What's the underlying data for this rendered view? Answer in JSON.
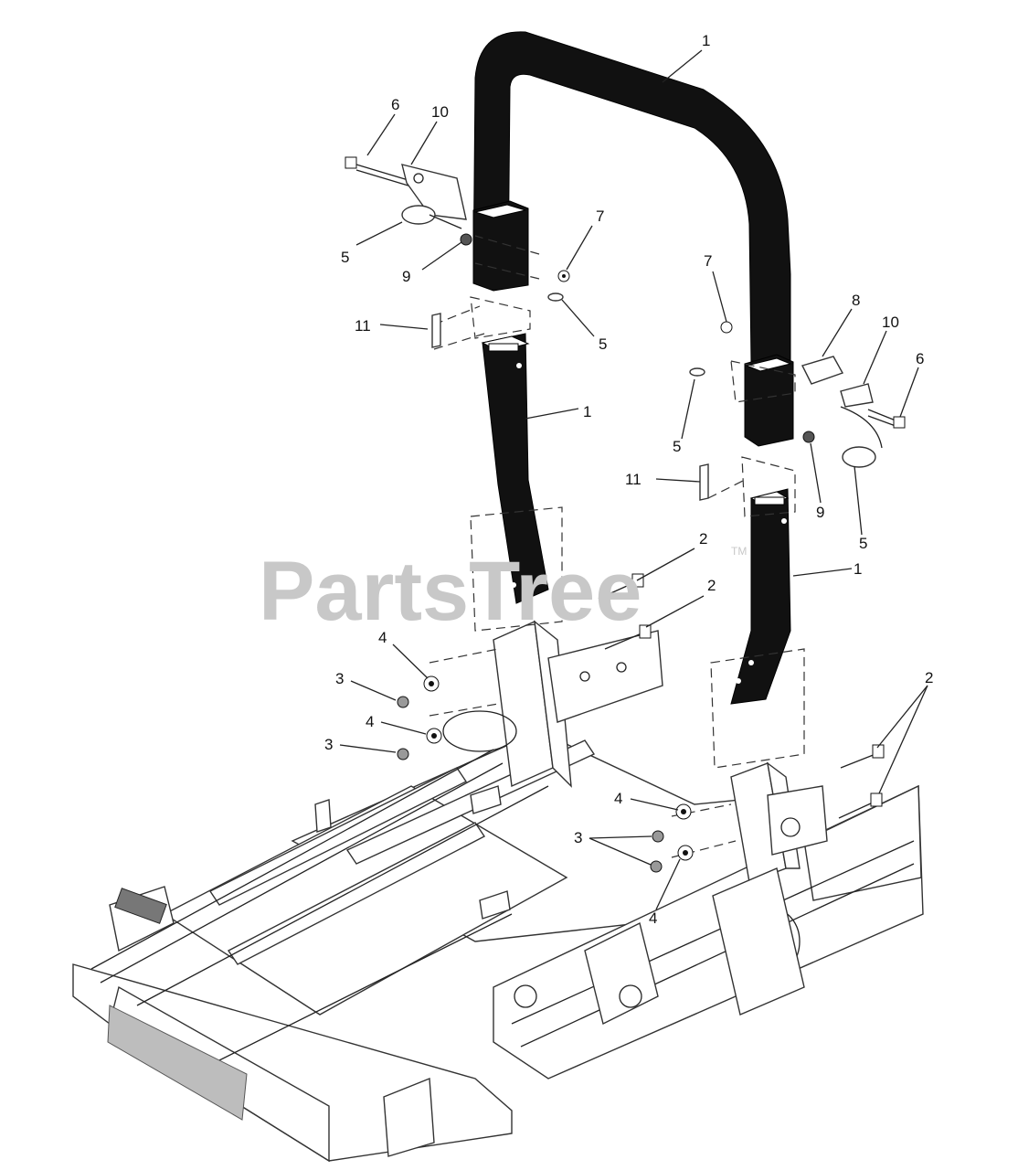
{
  "watermark": {
    "text": "PartsTree",
    "trademark": "TM"
  },
  "callouts": [
    {
      "label": "1"
    },
    {
      "label": "6"
    },
    {
      "label": "10"
    },
    {
      "label": "5"
    },
    {
      "label": "9"
    },
    {
      "label": "7"
    },
    {
      "label": "5"
    },
    {
      "label": "11"
    },
    {
      "label": "1"
    },
    {
      "label": "7"
    },
    {
      "label": "8"
    },
    {
      "label": "10"
    },
    {
      "label": "6"
    },
    {
      "label": "5"
    },
    {
      "label": "11"
    },
    {
      "label": "9"
    },
    {
      "label": "5"
    },
    {
      "label": "2"
    },
    {
      "label": "2"
    },
    {
      "label": "1"
    },
    {
      "label": "4"
    },
    {
      "label": "3"
    },
    {
      "label": "4"
    },
    {
      "label": "3"
    },
    {
      "label": "2"
    },
    {
      "label": "4"
    },
    {
      "label": "3"
    },
    {
      "label": "4"
    }
  ],
  "colors": {
    "ink": "#111111",
    "watermark": "#c8c8c8",
    "background": "#ffffff"
  }
}
